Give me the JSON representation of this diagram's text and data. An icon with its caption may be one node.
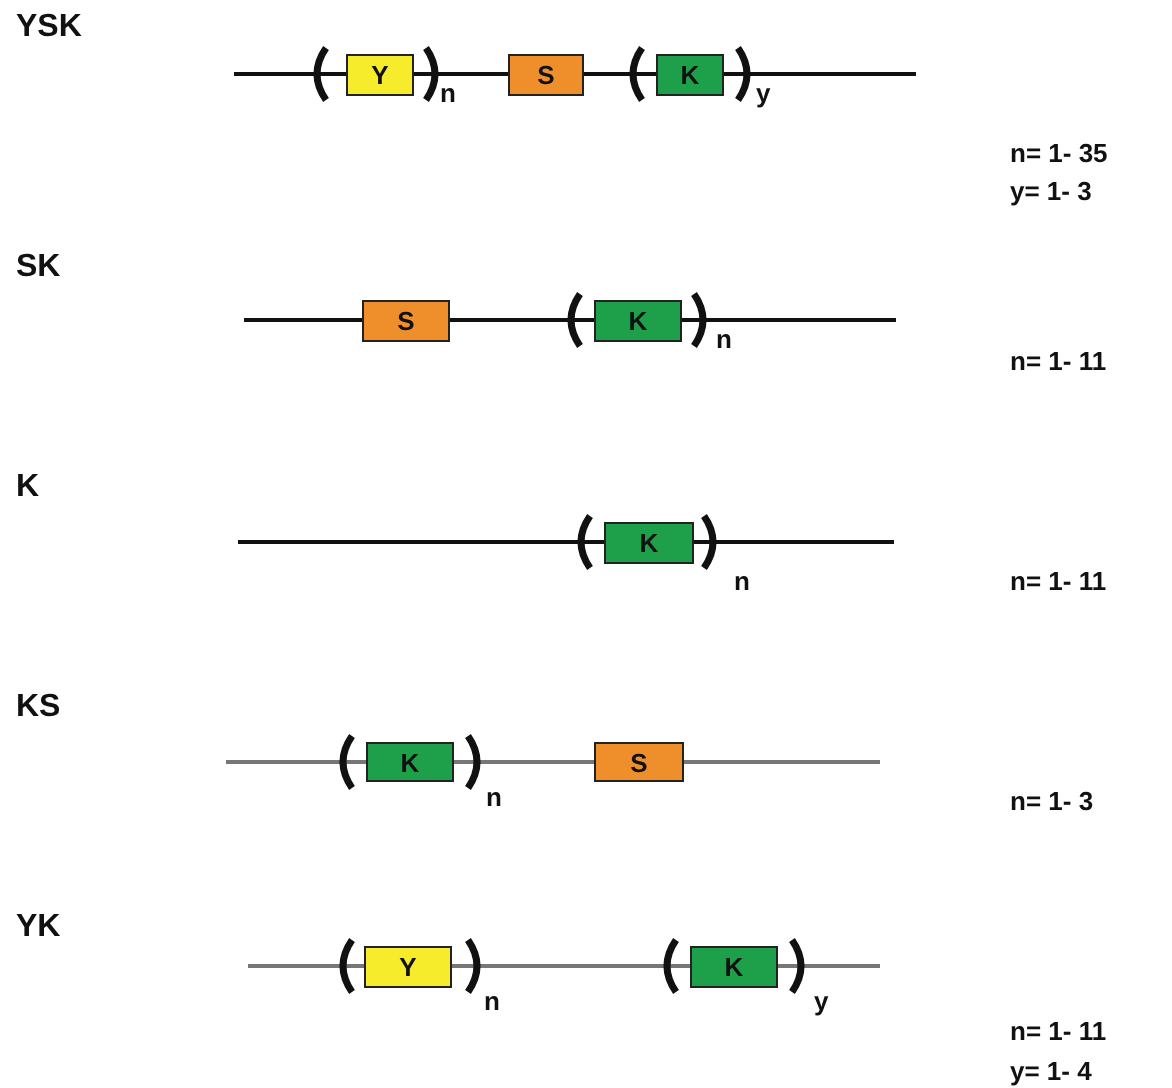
{
  "diagram": {
    "nodes": [
      {
        "text": [
          "Y"
        ]
      },
      {
        "text": [
          "S"
        ]
      },
      {
        "text": [
          "K"
        ]
      },
      {
        "text": [
          "S"
        ]
      },
      {
        "text": [
          "K"
        ]
      },
      {
        "text": [
          "K"
        ]
      },
      {
        "text": [
          "K"
        ]
      },
      {
        "text": [
          "S"
        ]
      },
      {
        "text": [
          "Y"
        ]
      },
      {
        "text": [
          "K"
        ]
      }
    ],
    "labels": [
      "YSK",
      "n",
      "y",
      "n= 1- 35",
      "y= 1- 3",
      "SK",
      "n",
      "n= 1- 11",
      "K",
      "n",
      "n= 1- 11",
      "KS",
      "n",
      "n= 1- 3",
      "YK",
      "n",
      "y",
      "n= 1- 11",
      "y= 1- 4"
    ]
  }
}
